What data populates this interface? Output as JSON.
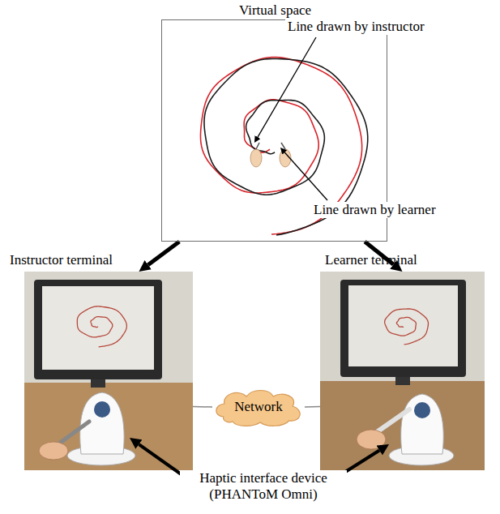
{
  "diagram": {
    "nodes": [
      {
        "text": [
          "Virtual space"
        ]
      },
      {
        "text": [
          "Instructor terminal"
        ]
      },
      {
        "text": [
          "Learner terminal"
        ]
      },
      {
        "text": [
          "Network"
        ]
      }
    ],
    "edges": [
      {
        "from": 0,
        "to": 1,
        "arrow": "to"
      },
      {
        "from": 0,
        "to": 2,
        "arrow": "to"
      },
      {
        "from": 1,
        "to": 3,
        "arrow": "none"
      },
      {
        "from": 3,
        "to": 2,
        "arrow": "none"
      }
    ],
    "labels": [
      "Line drawn by instructor",
      "Line drawn by learner",
      "Haptic interface device (PHANToM Omni)"
    ]
  }
}
